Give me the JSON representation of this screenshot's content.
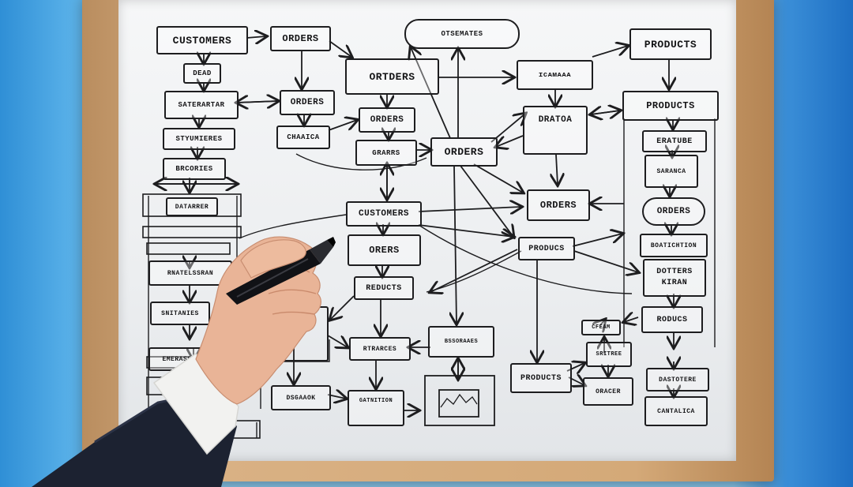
{
  "image": {
    "description": "Hand writing on a whiteboard full of hand-drawn entity/flow diagram boxes",
    "colors": {
      "ink": "#1d1d1f",
      "wall": "#8ccbf1",
      "frame": "#d4a978",
      "board": "#f1f2f4",
      "sleeve": "#1c2231"
    }
  },
  "labels": {
    "customers_top": "CUSTOMERS",
    "orders_top": "ORDERS",
    "title_pill": "OTSEMATES",
    "products_top": "PRODUCTS",
    "dead": "DEAD",
    "ortders": "ORTDERS",
    "small_top": "ɪᴄᴀᴍᴀᴀᴀ",
    "satearatar": "SATERARTAR",
    "orders_mid": "ORDERS",
    "orders_mid2": "ORDERS",
    "dratoa": "DRATOA",
    "products_mid": "PRODUCTS",
    "styumieres": "STYUMIERES",
    "chaaica": "CHAAICA",
    "grarrs": "GRARRS",
    "orders_center": "ORDERS",
    "eratube": "ERATUBE",
    "brcories": "BRCORIES",
    "saranca": "SARANCA",
    "datarrer": "DATARRER",
    "customers_center": "CUSTOMERS",
    "orders_right": "ORDERS",
    "orders_pill": "ORDERS",
    "orers": "ORERS",
    "producs": "PRODUCS",
    "boatichtion": "BOATICHTION",
    "rnatelssran": "RNATELSSRAN",
    "dotters_kiran_1": "DOTTERS",
    "dotters_kiran_2": "KIRAN",
    "reducts": "REDUCTS",
    "snitanies": "SNITANIES",
    "roducs": "RODUCS",
    "cfeam": "CFEAM",
    "rtrarces": "RTRARCES",
    "bssoraaes": "BSSORAAES",
    "emerass": "EMERASS",
    "sritree": "SRITREE",
    "products_bottom": "PRODUCTS",
    "dastotere": "DASTOTERE",
    "dsgaaok": "DSGAAOK",
    "oracer": "ORACER",
    "gatnition": "GATNITION",
    "cantalica": "CANTALICA"
  }
}
